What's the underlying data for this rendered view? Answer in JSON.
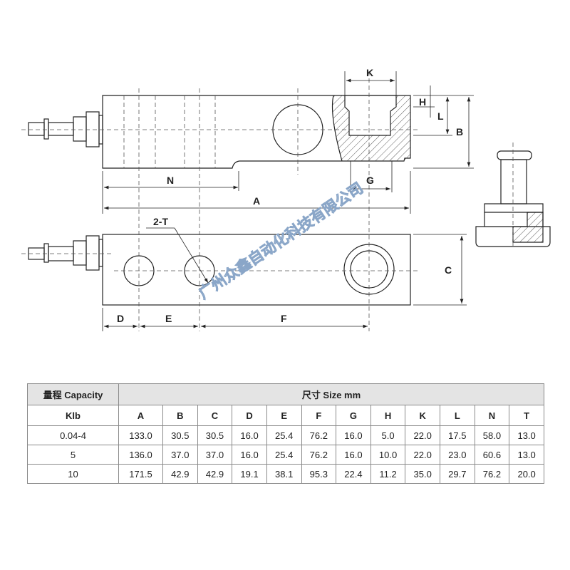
{
  "drawing": {
    "labels": {
      "K": "K",
      "H": "H",
      "L": "L",
      "B": "B",
      "N": "N",
      "G": "G",
      "A": "A",
      "T2": "2-T",
      "C": "C",
      "D": "D",
      "E": "E",
      "F": "F"
    },
    "watermark": "广州众鑫自动化科技有限公司"
  },
  "table": {
    "capacity_header": "量程 Capacity",
    "size_header": "尺寸 Size mm",
    "unit": "Klb",
    "columns": [
      "A",
      "B",
      "C",
      "D",
      "E",
      "F",
      "G",
      "H",
      "K",
      "L",
      "N",
      "T"
    ],
    "rows": [
      {
        "capacity": "0.04-4",
        "values": [
          "133.0",
          "30.5",
          "30.5",
          "16.0",
          "25.4",
          "76.2",
          "16.0",
          "5.0",
          "22.0",
          "17.5",
          "58.0",
          "13.0"
        ]
      },
      {
        "capacity": "5",
        "values": [
          "136.0",
          "37.0",
          "37.0",
          "16.0",
          "25.4",
          "76.2",
          "16.0",
          "10.0",
          "22.0",
          "23.0",
          "60.6",
          "13.0"
        ]
      },
      {
        "capacity": "10",
        "values": [
          "171.5",
          "42.9",
          "42.9",
          "19.1",
          "38.1",
          "95.3",
          "22.4",
          "11.2",
          "35.0",
          "29.7",
          "76.2",
          "20.0"
        ]
      }
    ]
  }
}
